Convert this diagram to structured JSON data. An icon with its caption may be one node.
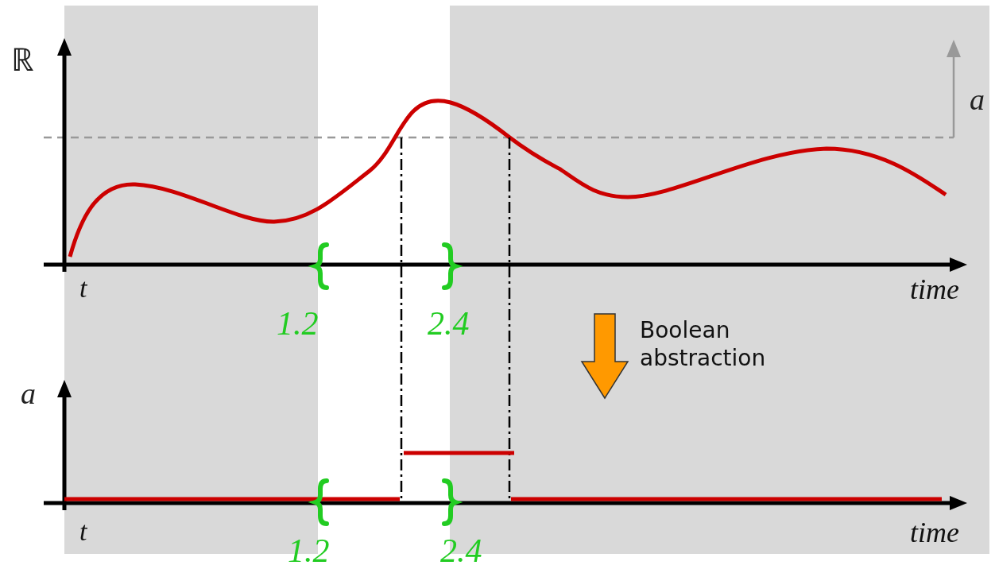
{
  "diagram": {
    "labels": [
      "ℝ",
      "a",
      "t",
      "time",
      "1.2",
      "2.4",
      "Boolean abstraction",
      "a",
      "t",
      "time",
      "1.2",
      "2.4"
    ]
  }
}
